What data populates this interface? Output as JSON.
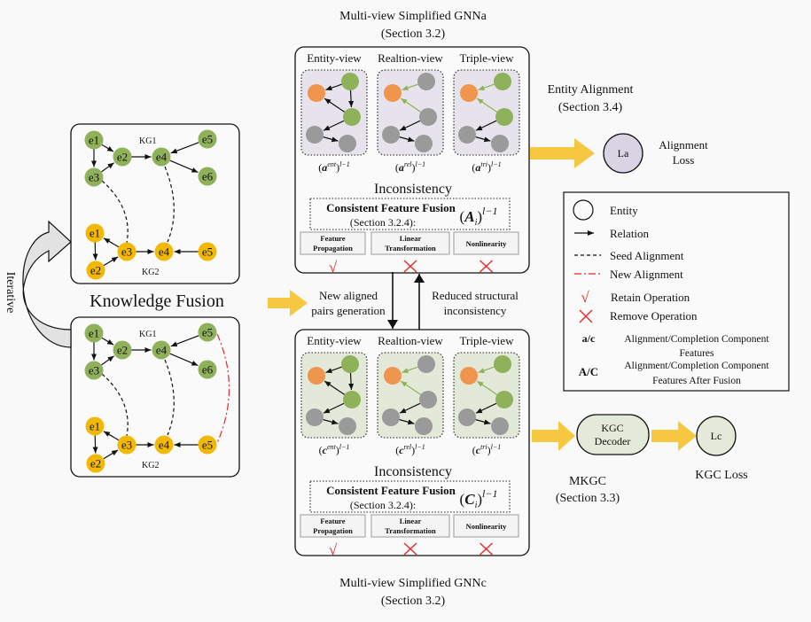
{
  "colors": {
    "kg1_node": "#8fb15a",
    "kg2_node": "#f2b806",
    "anchor_node": "#f0954e",
    "gray_node": "#9a9a9a",
    "view_bg_top": "#e6e3ec",
    "view_bg_bottom": "#e2e9d8",
    "yellow_arrow": "#f6c842",
    "la_fill": "#d9d4e3",
    "decoder_fill": "#e4ead9",
    "red": "#e8262c"
  },
  "knowledge_fusion": {
    "title": "Knowledge Fusion",
    "iterative_label": "Iterative",
    "kg1_label": "KG1",
    "kg2_label": "KG2",
    "kg1_nodes": [
      "e1",
      "e2",
      "e3",
      "e4",
      "e5",
      "e6"
    ],
    "kg2_nodes": [
      "e1",
      "e2",
      "e3",
      "e4",
      "e5"
    ]
  },
  "gnn_a": {
    "title": "Multi-view Simplified GNNa",
    "section": "(Section 3.2)",
    "views": [
      {
        "title": "Entity-view",
        "feature": "(a_i^ent)^(l−1)",
        "base": "a",
        "sup": "ent"
      },
      {
        "title": "Realtion-view",
        "feature": "(a_i^rel)^(l−1)",
        "base": "a",
        "sup": "rel"
      },
      {
        "title": "Triple-view",
        "feature": "(a_i^tri)^(l−1)",
        "base": "a",
        "sup": "tri"
      }
    ],
    "inconsistency": "Inconsistency",
    "fusion_title": "Consistent Feature Fusion",
    "fusion_section": "(Section 3.2.4):",
    "fused_base": "A",
    "fused_sub": "i",
    "fused_sup": "l−1",
    "operations": [
      {
        "line1": "Feature",
        "line2": "Propagation",
        "status": "retain",
        "mark": "√"
      },
      {
        "line1": "Linear",
        "line2": "Transformation",
        "status": "remove",
        "mark": "✕"
      },
      {
        "line1": "Nonlinearity",
        "line2": "",
        "status": "remove",
        "mark": "✕"
      }
    ]
  },
  "gnn_c": {
    "title": "Multi-view Simplified GNNc",
    "section": "(Section 3.2)",
    "views": [
      {
        "title": "Entity-view",
        "feature": "(c_i^ent)^(l−1)",
        "base": "c",
        "sup": "ent"
      },
      {
        "title": "Realtion-view",
        "feature": "(c_i^rel)^(l−1)",
        "base": "c",
        "sup": "rel"
      },
      {
        "title": "Triple-view",
        "feature": "(c_i^tri)^(l−1)",
        "base": "c",
        "sup": "tri"
      }
    ],
    "inconsistency": "Inconsistency",
    "fusion_title": "Consistent Feature Fusion",
    "fusion_section": "(Section 3.2.4):",
    "fused_base": "C",
    "fused_sub": "i",
    "fused_sup": "l−1",
    "operations": [
      {
        "line1": "Feature",
        "line2": "Propagation",
        "status": "retain",
        "mark": "√"
      },
      {
        "line1": "Linear",
        "line2": "Transformation",
        "status": "remove",
        "mark": "✕"
      },
      {
        "line1": "Nonlinearity",
        "line2": "",
        "status": "remove",
        "mark": "✕"
      }
    ]
  },
  "links": {
    "down_label_1": "New aligned",
    "down_label_2": "pairs generation",
    "up_label_1": "Reduced structural",
    "up_label_2": "inconsistency"
  },
  "entity_alignment": {
    "title": "Entity Alignment",
    "section": "(Section 3.4)",
    "loss_node": "La",
    "loss_label_1": "Alignment",
    "loss_label_2": "Loss"
  },
  "mkgc": {
    "decoder_1": "KGC",
    "decoder_2": "Decoder",
    "title": "MKGC",
    "section": "(Section 3.3)",
    "loss_node": "Lc",
    "loss_label": "KGC Loss"
  },
  "legend": {
    "items": [
      {
        "icon": "circle-icon",
        "label": "Entity"
      },
      {
        "icon": "arrow-icon",
        "label": "Relation"
      },
      {
        "icon": "dashed-line-icon",
        "label": "Seed Alignment"
      },
      {
        "icon": "dash-dot-line-icon",
        "label": "New Alignment"
      },
      {
        "icon": "check-icon",
        "label": "Retain Operation"
      },
      {
        "icon": "cross-icon",
        "label": "Remove Operation"
      }
    ],
    "ac_key": "a/c",
    "ac_line1": "Alignment/Completion Component",
    "ac_line2": "Features",
    "AC_key": "A/C",
    "AC_line1": "Alignment/Completion Component",
    "AC_line2": "Features After Fusion"
  }
}
